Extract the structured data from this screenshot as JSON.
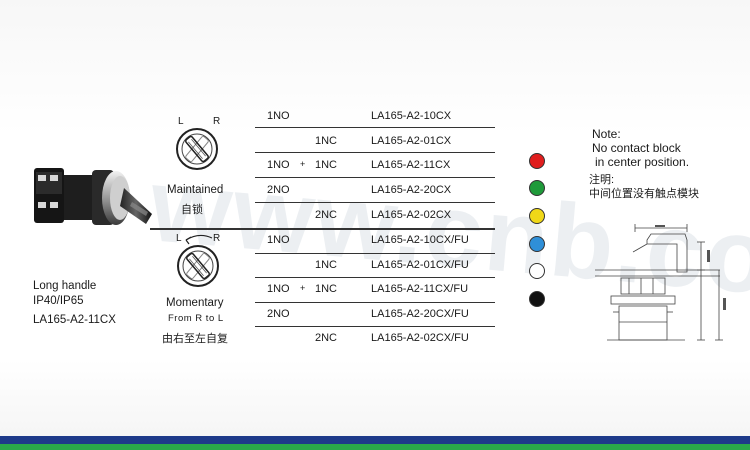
{
  "product": {
    "description_line1": "Long handle",
    "description_line2": "IP40/IP65",
    "model": "LA165-A2-11CX"
  },
  "maintained": {
    "label_l": "L",
    "label_r": "R",
    "title": "Maintained",
    "title_cn": "自锁"
  },
  "momentary": {
    "label_l": "L",
    "label_r": "R",
    "title": "Momentary",
    "subtitle": "From R to L",
    "title_cn": "由右至左自复"
  },
  "rows": [
    {
      "no": "1NO",
      "plus": "",
      "nc": "",
      "model": "LA165-A2-10CX"
    },
    {
      "no": "",
      "plus": "",
      "nc": "1NC",
      "model": "LA165-A2-01CX"
    },
    {
      "no": "1NO",
      "plus": "+",
      "nc": "1NC",
      "model": "LA165-A2-11CX"
    },
    {
      "no": "2NO",
      "plus": "",
      "nc": "",
      "model": "LA165-A2-20CX"
    },
    {
      "no": "",
      "plus": "",
      "nc": "2NC",
      "model": "LA165-A2-02CX"
    },
    {
      "no": "1NO",
      "plus": "",
      "nc": "",
      "model": "LA165-A2-10CX/FU"
    },
    {
      "no": "",
      "plus": "",
      "nc": "1NC",
      "model": "LA165-A2-01CX/FU"
    },
    {
      "no": "1NO",
      "plus": "+",
      "nc": "1NC",
      "model": "LA165-A2-11CX/FU"
    },
    {
      "no": "2NO",
      "plus": "",
      "nc": "",
      "model": "LA165-A2-20CX/FU"
    },
    {
      "no": "",
      "plus": "",
      "nc": "2NC",
      "model": "LA165-A2-02CX/FU"
    }
  ],
  "colors": [
    {
      "name": "red",
      "hex": "#e01e1e"
    },
    {
      "name": "green",
      "hex": "#1f9a3a"
    },
    {
      "name": "yellow",
      "hex": "#f0d818"
    },
    {
      "name": "blue",
      "hex": "#2f8fd8"
    },
    {
      "name": "white",
      "hex": "#ffffff"
    },
    {
      "name": "black",
      "hex": "#111111"
    }
  ],
  "note": {
    "line1": "Note:",
    "line2": "No contact block",
    "line3": "in center position.",
    "line4": "注明:",
    "line5": "中间位置没有触点模块"
  },
  "watermark": "www.cnb.com"
}
